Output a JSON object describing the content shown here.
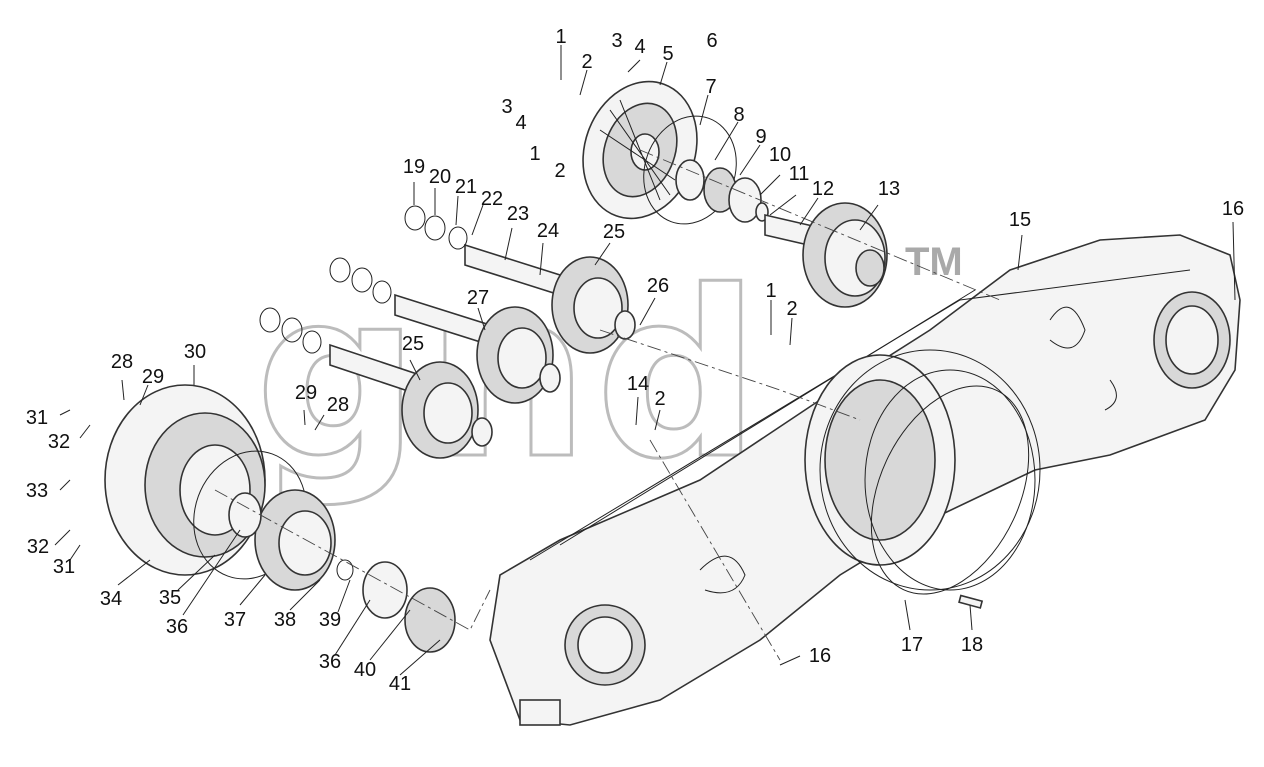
{
  "diagram": {
    "watermark": "gnd",
    "trademark": "TM",
    "callouts": [
      {
        "id": "c1a",
        "text": "1"
      },
      {
        "id": "c2a",
        "text": "2"
      },
      {
        "id": "c3a",
        "text": "3"
      },
      {
        "id": "c4a",
        "text": "4"
      },
      {
        "id": "c5",
        "text": "5"
      },
      {
        "id": "c6",
        "text": "6"
      },
      {
        "id": "c3b",
        "text": "3"
      },
      {
        "id": "c4b",
        "text": "4"
      },
      {
        "id": "c7",
        "text": "7"
      },
      {
        "id": "c8",
        "text": "8"
      },
      {
        "id": "c1b",
        "text": "1"
      },
      {
        "id": "c2b",
        "text": "2"
      },
      {
        "id": "c9",
        "text": "9"
      },
      {
        "id": "c10",
        "text": "10"
      },
      {
        "id": "c11",
        "text": "11"
      },
      {
        "id": "c12",
        "text": "12"
      },
      {
        "id": "c13",
        "text": "13"
      },
      {
        "id": "c15",
        "text": "15"
      },
      {
        "id": "c16a",
        "text": "16"
      },
      {
        "id": "c19",
        "text": "19"
      },
      {
        "id": "c20",
        "text": "20"
      },
      {
        "id": "c21",
        "text": "21"
      },
      {
        "id": "c22",
        "text": "22"
      },
      {
        "id": "c23",
        "text": "23"
      },
      {
        "id": "c24",
        "text": "24"
      },
      {
        "id": "c25a",
        "text": "25"
      },
      {
        "id": "c26",
        "text": "26"
      },
      {
        "id": "c27",
        "text": "27"
      },
      {
        "id": "c25b",
        "text": "25"
      },
      {
        "id": "c1c",
        "text": "1"
      },
      {
        "id": "c2c",
        "text": "2"
      },
      {
        "id": "c14",
        "text": "14"
      },
      {
        "id": "c2d",
        "text": "2"
      },
      {
        "id": "c28a",
        "text": "28"
      },
      {
        "id": "c29a",
        "text": "29"
      },
      {
        "id": "c30",
        "text": "30"
      },
      {
        "id": "c29b",
        "text": "29"
      },
      {
        "id": "c28b",
        "text": "28"
      },
      {
        "id": "c31a",
        "text": "31"
      },
      {
        "id": "c32a",
        "text": "32"
      },
      {
        "id": "c33",
        "text": "33"
      },
      {
        "id": "c32b",
        "text": "32"
      },
      {
        "id": "c31b",
        "text": "31"
      },
      {
        "id": "c34",
        "text": "34"
      },
      {
        "id": "c35",
        "text": "35"
      },
      {
        "id": "c36a",
        "text": "36"
      },
      {
        "id": "c37",
        "text": "37"
      },
      {
        "id": "c38",
        "text": "38"
      },
      {
        "id": "c39",
        "text": "39"
      },
      {
        "id": "c36b",
        "text": "36"
      },
      {
        "id": "c40",
        "text": "40"
      },
      {
        "id": "c41",
        "text": "41"
      },
      {
        "id": "c16b",
        "text": "16"
      },
      {
        "id": "c17",
        "text": "17"
      },
      {
        "id": "c18",
        "text": "18"
      }
    ]
  }
}
